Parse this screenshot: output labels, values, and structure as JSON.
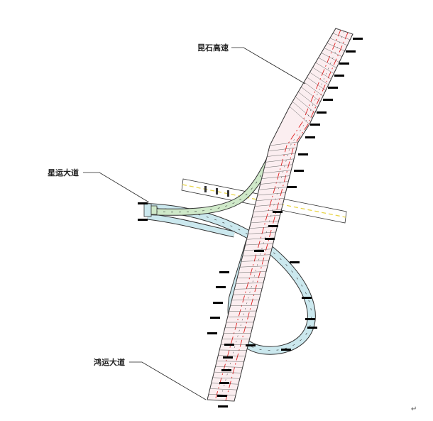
{
  "labels": {
    "road_top": "昆石高速",
    "road_left": "星运大道",
    "road_bottom": "鸿运大道"
  },
  "paragraph_mark": "↵",
  "colors": {
    "main_fill": "#fbeef0",
    "main_outline": "#333333",
    "centerline_red": "#e02020",
    "ramp_green": "#cfe9c9",
    "ramp_cyan": "#cbe8ee",
    "crossroad_fill": "#ffffff",
    "crossroad_yellow": "#e8d54a",
    "tag_black": "#000000"
  }
}
